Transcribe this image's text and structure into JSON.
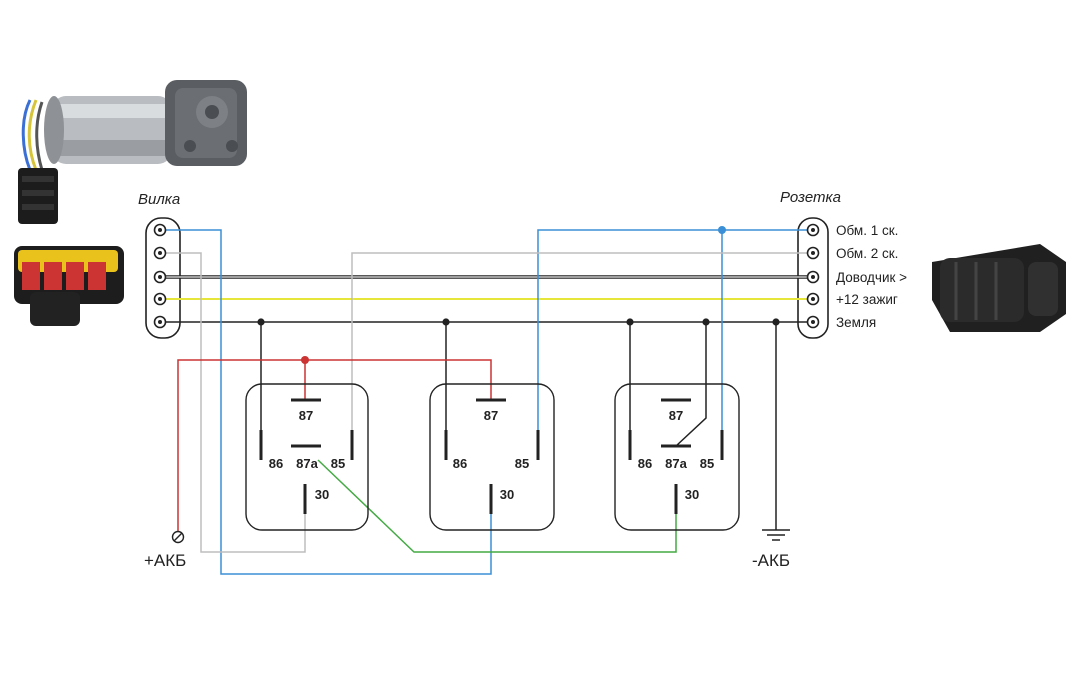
{
  "plug_label": "Вилка",
  "socket_label": "Розетка",
  "signals": [
    "Обм. 1 ск.",
    "Обм. 2 ск.",
    "Доводчик >",
    "+12 зажиг",
    "Земля"
  ],
  "battery_plus": "+АКБ",
  "battery_minus": "-АКБ",
  "relays": [
    {
      "p87": "87",
      "p86": "86",
      "p87a": "87a",
      "p85": "85",
      "p30": "30"
    },
    {
      "p87": "87",
      "p86": "86",
      "p85": "85",
      "p30": "30"
    },
    {
      "p87": "87",
      "p86": "86",
      "p87a": "87a",
      "p85": "85",
      "p30": "30"
    }
  ],
  "wire_colors": {
    "blue": "#3a8fd6",
    "gray": "#b8b8b8",
    "yellow": "#e8e86a",
    "black": "#222222",
    "red": "#cc3333",
    "green": "#44aa44"
  },
  "icons": [
    "wiper-motor-icon",
    "female-connector-icon",
    "male-connector-icon",
    "ground-symbol-icon"
  ]
}
